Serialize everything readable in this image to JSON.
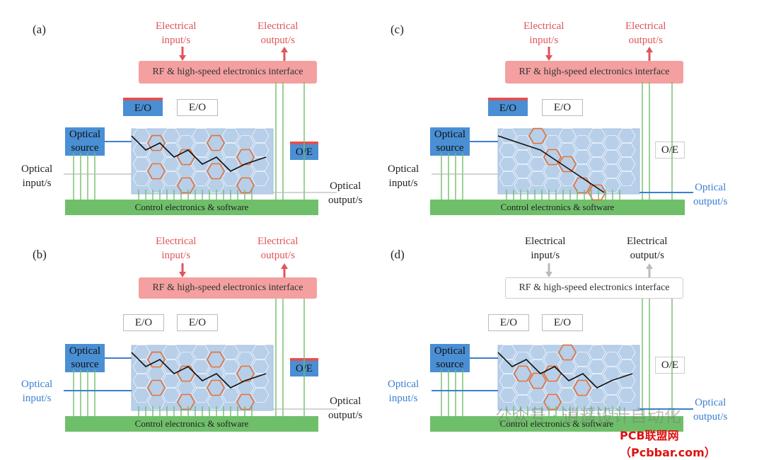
{
  "panels": [
    {
      "id": "a",
      "label": "(a)",
      "elec_in": "Electrical\ninput/s",
      "elec_out": "Electrical\noutput/s",
      "rf": "RF & high-speed electronics interface",
      "eo1": "E/O",
      "eo2": "E/O",
      "optical_source": "Optical\nsource",
      "optical_input": "Optical\ninput/s",
      "oe": "O/E",
      "optical_output": "Optical\noutput/s",
      "control": "Control electronics & software"
    },
    {
      "id": "b",
      "label": "(b)",
      "elec_in": "Electrical\ninput/s",
      "elec_out": "Electrical\noutput/s",
      "rf": "RF & high-speed electronics interface",
      "eo1": "E/O",
      "eo2": "E/O",
      "optical_source": "Optical\nsource",
      "optical_input": "Optical\ninput/s",
      "oe": "O/E",
      "optical_output": "Optical\noutput/s",
      "control": "Control electronics & software"
    },
    {
      "id": "c",
      "label": "(c)",
      "elec_in": "Electrical\ninput/s",
      "elec_out": "Electrical\noutput/s",
      "rf": "RF & high-speed electronics interface",
      "eo1": "E/O",
      "eo2": "E/O",
      "optical_source": "Optical\nsource",
      "optical_input": "Optical\ninput/s",
      "oe": "O/E",
      "optical_output": "Optical\noutput/s",
      "control": "Control electronics & software"
    },
    {
      "id": "d",
      "label": "(d)",
      "elec_in": "Electrical\ninput/s",
      "elec_out": "Electrical\noutput/s",
      "rf": "RF & high-speed electronics interface",
      "eo1": "E/O",
      "eo2": "E/O",
      "optical_source": "Optical\nsource",
      "optical_input": "Optical\ninput/s",
      "oe": "O/E",
      "optical_output": "Optical\noutput/s",
      "control": "Control electronics & software"
    }
  ],
  "watermark": {
    "wechat": "公众号 · 逍遥设计自动化",
    "site": "PCB联盟网（Pcbbar.com）"
  },
  "colors": {
    "electrical": "#e0555a",
    "optical": "#3a7fd1",
    "control": "#6fbf6a",
    "mesh": "#b7cfe9",
    "path": "#e0703a"
  }
}
